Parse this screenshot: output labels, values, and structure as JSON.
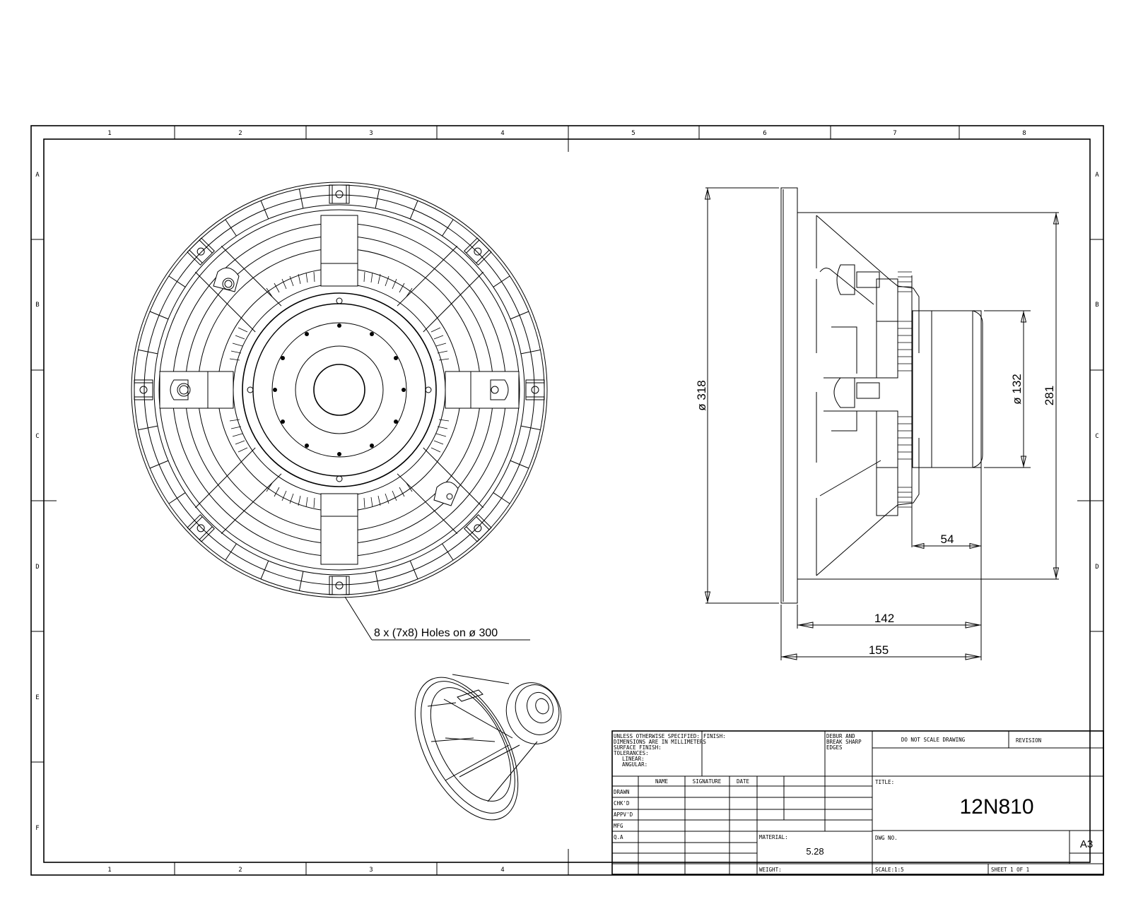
{
  "drawing": {
    "title": "12N810",
    "sheet_size": "A3",
    "zones": {
      "columns": [
        "1",
        "2",
        "3",
        "4",
        "5",
        "6",
        "7",
        "8"
      ],
      "rows": [
        "A",
        "B",
        "C",
        "D",
        "E",
        "F"
      ]
    }
  },
  "front_view": {
    "callout": "8 x (7x8) Holes on ø 300"
  },
  "side_view": {
    "dimensions": {
      "outer_diameter": "ø 318",
      "mounting_diameter": "281",
      "magnet_diameter": "ø 132",
      "magnet_depth": "54",
      "depth_from_flange": "142",
      "overall_depth": "155"
    }
  },
  "title_block": {
    "notes": {
      "line1": "UNLESS OTHERWISE SPECIFIED:",
      "line2": "DIMENSIONS ARE IN MILLIMETERS",
      "line3": "SURFACE FINISH:",
      "line4": "TOLERANCES:",
      "line5": "LINEAR:",
      "line6": "ANGULAR:"
    },
    "finish_label": "FINISH:",
    "debur": {
      "line1": "DEBUR AND",
      "line2": "BREAK SHARP",
      "line3": "EDGES"
    },
    "do_not_scale": "DO NOT SCALE DRAWING",
    "revision_label": "REVISION",
    "headers": {
      "name": "NAME",
      "signature": "SIGNATURE",
      "date": "DATE"
    },
    "rows": [
      "DRAWN",
      "CHK'D",
      "APPV'D",
      "MFG",
      "Q.A"
    ],
    "title_label": "TITLE:",
    "title_value": "12N810",
    "material_label": "MATERIAL:",
    "material_value": "5.28",
    "dwg_no_label": "DWG NO.",
    "size_value": "A3",
    "weight_label": "WEIGHT:",
    "scale_label": "SCALE:1:5",
    "sheet_label": "SHEET 1 OF 1"
  }
}
